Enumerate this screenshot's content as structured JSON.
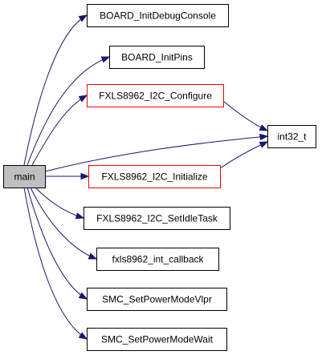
{
  "graph": {
    "nodes": [
      {
        "id": "main",
        "label": "main",
        "fill": "#bfbfbf",
        "border": "#000000"
      },
      {
        "id": "board_console",
        "label": "BOARD_InitDebugConsole",
        "fill": "#ffffff",
        "border": "#000000"
      },
      {
        "id": "board_pins",
        "label": "BOARD_InitPins",
        "fill": "#ffffff",
        "border": "#000000"
      },
      {
        "id": "configure",
        "label": "FXLS8962_I2C_Configure",
        "fill": "#ffffff",
        "border": "#ff0000"
      },
      {
        "id": "int32",
        "label": "int32_t",
        "fill": "#ffffff",
        "border": "#000000"
      },
      {
        "id": "initialize",
        "label": "FXLS8962_I2C_Initialize",
        "fill": "#ffffff",
        "border": "#ff0000"
      },
      {
        "id": "idletask",
        "label": "FXLS8962_I2C_SetIdleTask",
        "fill": "#ffffff",
        "border": "#000000"
      },
      {
        "id": "callback",
        "label": "fxls8962_int_callback",
        "fill": "#ffffff",
        "border": "#000000"
      },
      {
        "id": "vlpr",
        "label": "SMC_SetPowerModeVlpr",
        "fill": "#ffffff",
        "border": "#000000"
      },
      {
        "id": "wait",
        "label": "SMC_SetPowerModeWait",
        "fill": "#ffffff",
        "border": "#000000"
      }
    ],
    "edges": [
      {
        "from": "main",
        "to": "board_console"
      },
      {
        "from": "main",
        "to": "board_pins"
      },
      {
        "from": "main",
        "to": "configure"
      },
      {
        "from": "main",
        "to": "int32"
      },
      {
        "from": "main",
        "to": "initialize"
      },
      {
        "from": "main",
        "to": "idletask"
      },
      {
        "from": "main",
        "to": "callback"
      },
      {
        "from": "main",
        "to": "vlpr"
      },
      {
        "from": "main",
        "to": "wait"
      },
      {
        "from": "configure",
        "to": "int32"
      },
      {
        "from": "initialize",
        "to": "int32"
      }
    ],
    "edge_color": "#191970"
  }
}
